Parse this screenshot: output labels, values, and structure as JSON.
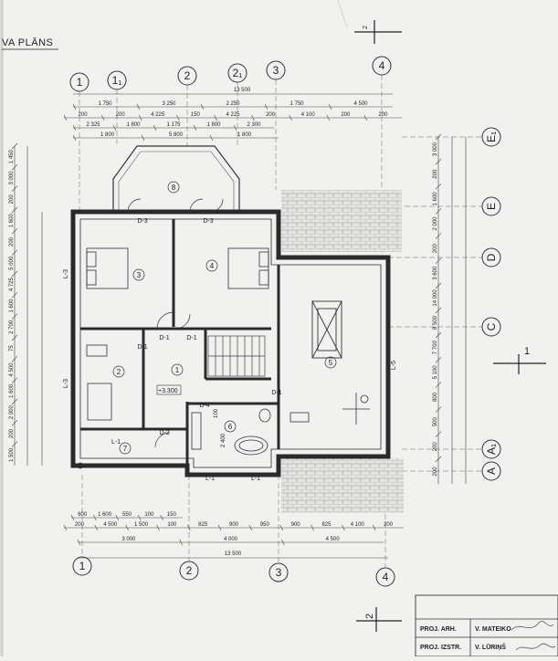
{
  "title": "VA PLĀNS",
  "section_marker": "2",
  "section_marker_right": "1",
  "axes": {
    "top": [
      "1",
      "1₁",
      "2",
      "2₁",
      "3",
      "4"
    ],
    "bottom": [
      "1",
      "2",
      "3",
      "4"
    ],
    "right": [
      "E₁",
      "E",
      "D",
      "C",
      "A₁",
      "A"
    ]
  },
  "dims_top": {
    "overall": "13 500",
    "row1": [
      "1 750",
      "3 250",
      "2 250",
      "1 750",
      "4 500"
    ],
    "row2": [
      "200",
      "200",
      "4 225",
      "150",
      "4 225",
      "200",
      "4 100",
      "200",
      "200"
    ],
    "row3": [
      "2 325",
      "1 800",
      "1 175",
      "1 800",
      "2 300"
    ],
    "row4": [
      "1 800",
      "5 800",
      "1 800"
    ]
  },
  "dims_bottom": {
    "row1": [
      "600",
      "1 600",
      "550",
      "100",
      "150"
    ],
    "row2": [
      "200",
      "4 500",
      "1 500",
      "100",
      "825",
      "900",
      "950",
      "900",
      "825",
      "4 100",
      "200"
    ],
    "row3": [
      "3 000",
      "4 000",
      "4 500"
    ],
    "overall": "13 500"
  },
  "dims_left": [
    "1 450",
    "3 000",
    "200",
    "1 600",
    "200",
    "5 000",
    "4 725",
    "1 600",
    "2 700",
    "75",
    "4 500",
    "1 600",
    "2 000",
    "200",
    "1 500"
  ],
  "dims_right": [
    "3 000",
    "200",
    "1 600",
    "2 000",
    "200",
    "3 600",
    "14 000",
    "8 500",
    "7 700",
    "5 100",
    "800",
    "500",
    "200",
    "200"
  ],
  "rooms": [
    "3",
    "4",
    "2",
    "1",
    "5",
    "6",
    "7",
    "8"
  ],
  "level": "+3.300",
  "tags": {
    "doors": [
      "D-3",
      "D-3",
      "D-1",
      "D-1",
      "D-1",
      "D-1",
      "D-4",
      "D-2"
    ],
    "walls": [
      "L-3",
      "L-3",
      "L-5",
      "L-1",
      "L-1",
      "L-1"
    ]
  },
  "small_dims": [
    "100",
    "2 400"
  ],
  "title_block": {
    "rows": [
      {
        "role": "PROJ. ARH.",
        "name": "V. MATEIKO"
      },
      {
        "role": "PROJ. IZSTR.",
        "name": "V. LŪRIŅŠ"
      }
    ]
  }
}
